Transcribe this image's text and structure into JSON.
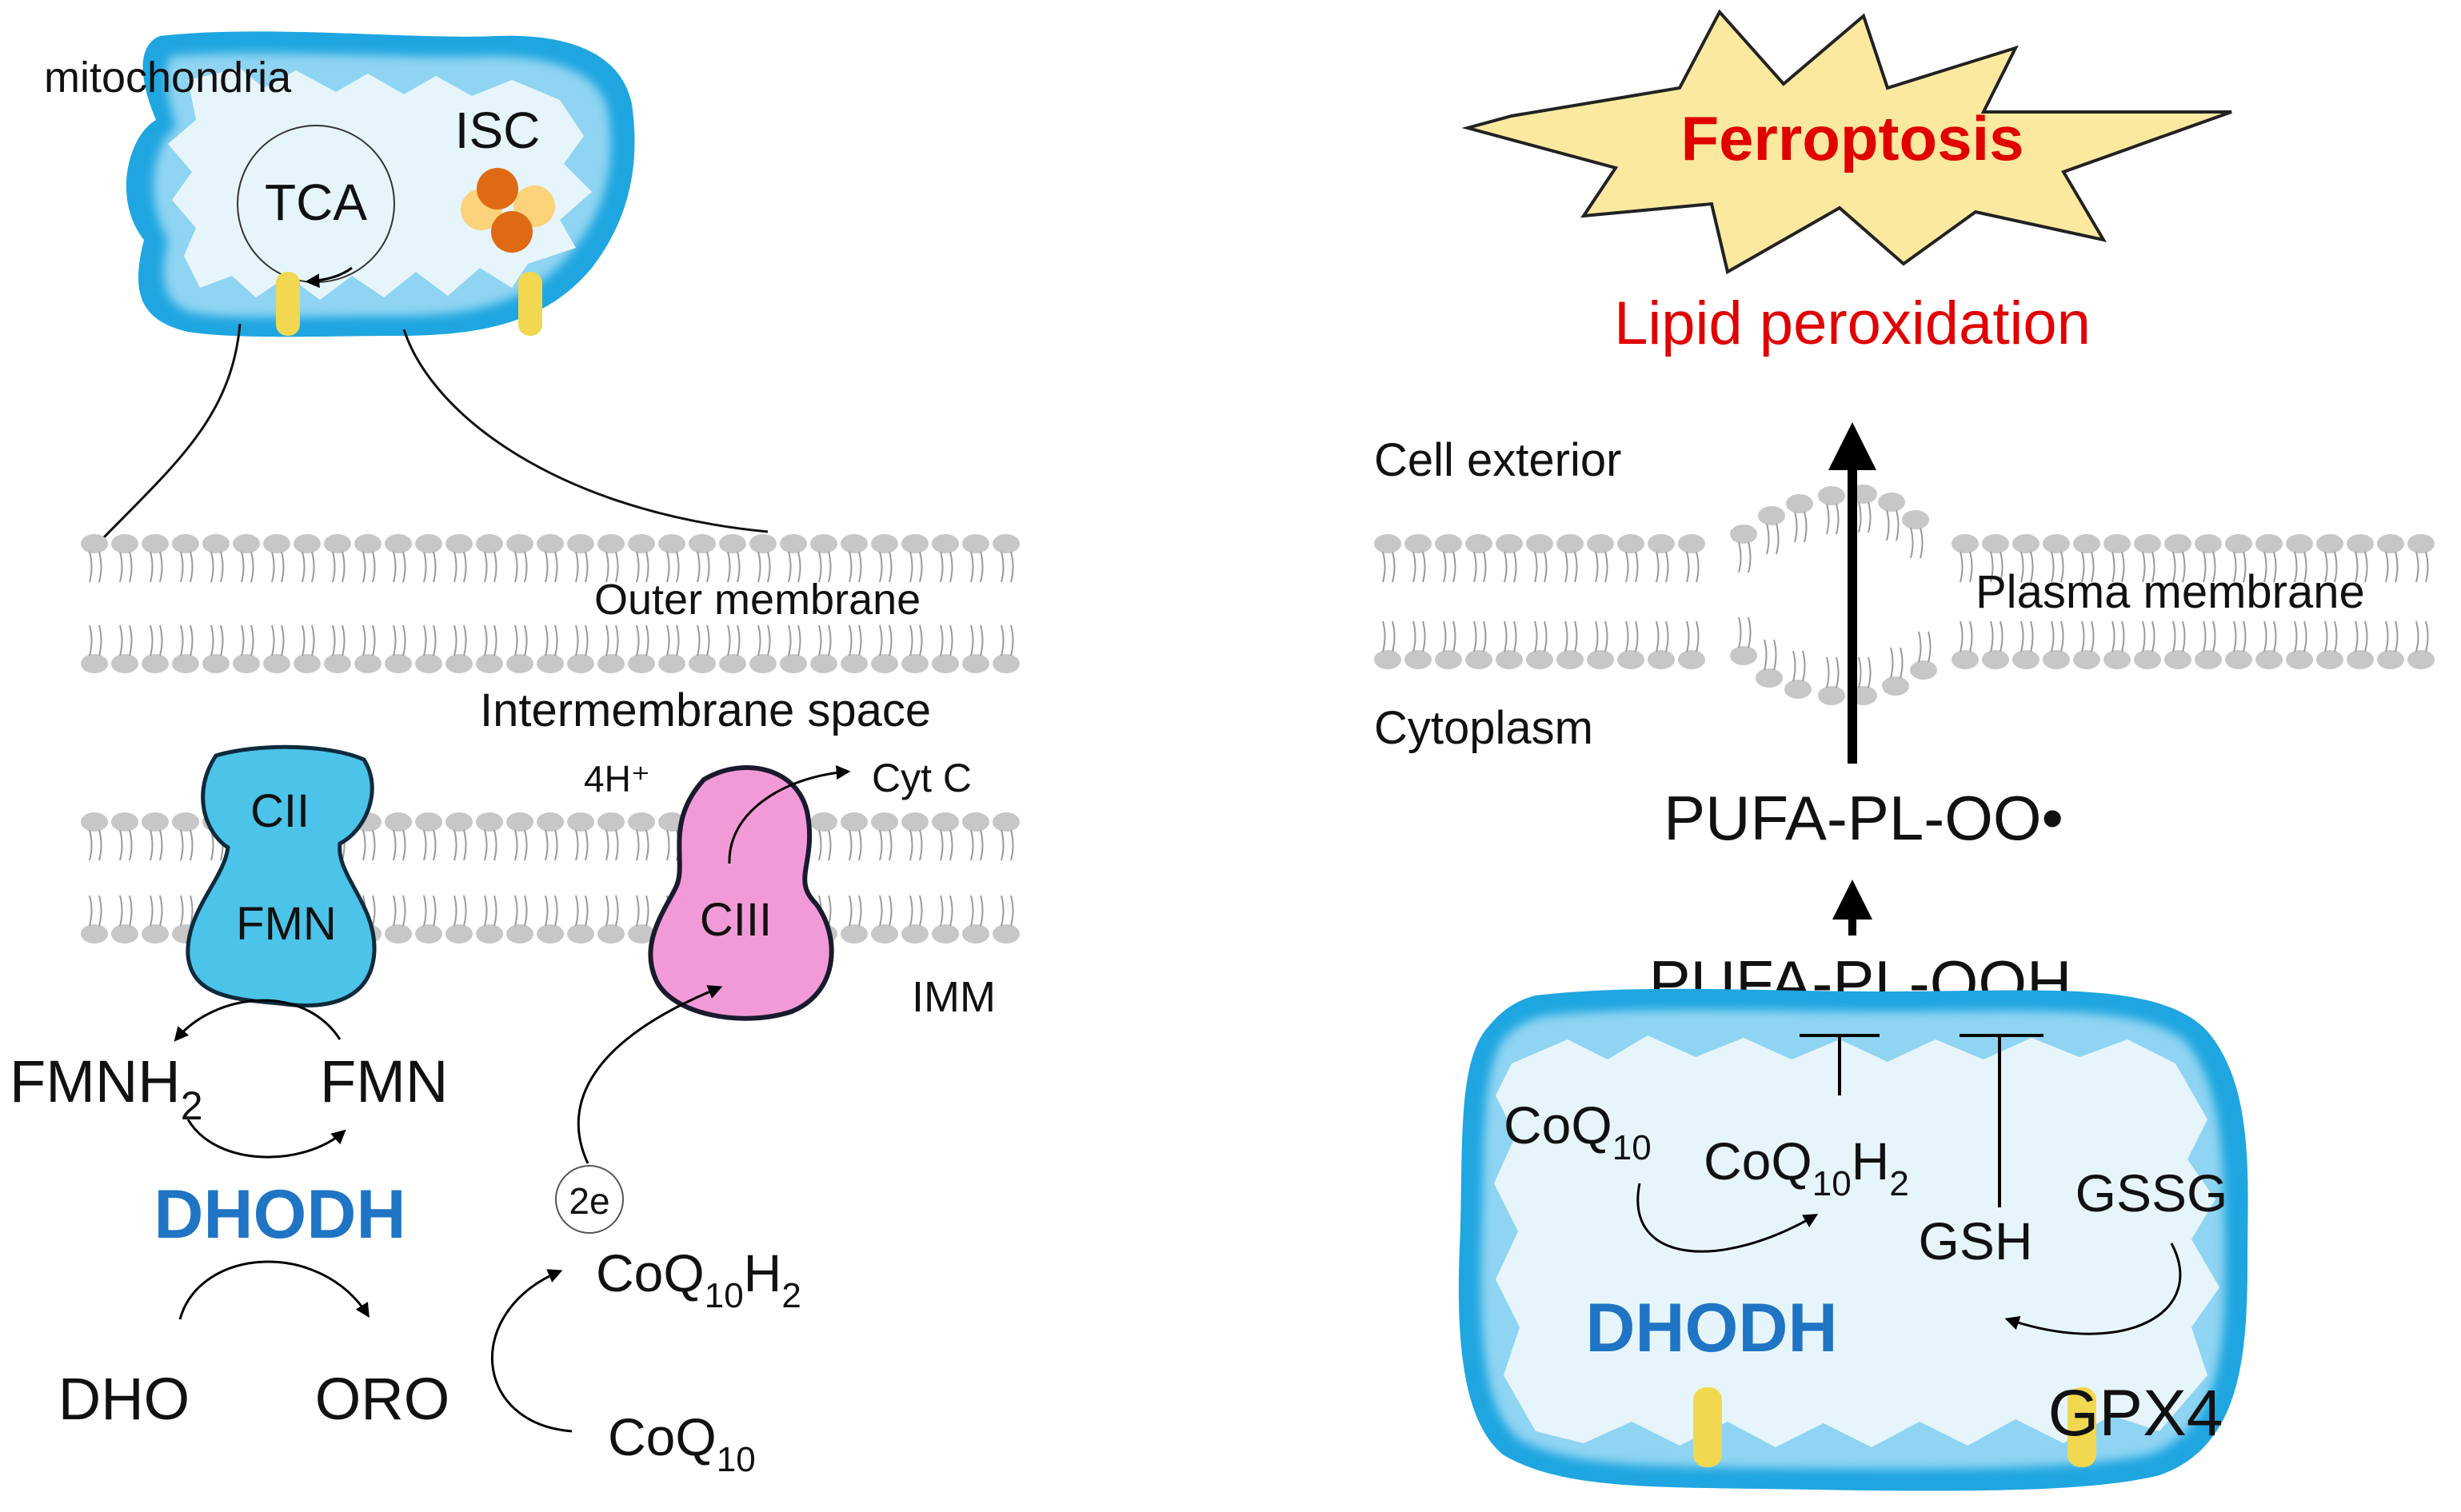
{
  "colors": {
    "membrane_blue": "#1fa6e0",
    "lumen": "#e6f5fb",
    "matrix_light": "#b7e4f7",
    "complex_ii": "#4cc3e8",
    "complex_iii": "#f29ad8",
    "isc_dark": "#e06a14",
    "isc_light": "#fcd27a",
    "channel_yellow": "#f1d850",
    "lipid_head": "#c7c7c7",
    "dhodh_blue": "#1f74c4",
    "ferroptosis_red": "#e00000",
    "burst_fill": "#fbe9a0"
  },
  "left": {
    "mitochondria_label": "mitochondria",
    "tca": "TCA",
    "isc": "ISC",
    "outer_membrane": "Outer membrane",
    "intermembrane_space": "Intermembrane space",
    "proton": "4H⁺",
    "cyt_c": "Cyt C",
    "cii": "CII",
    "fmn_in_cii": "FMN",
    "ciii": "CIII",
    "imm": "IMM",
    "fmnh2": {
      "base": "FMNH",
      "sub": "2"
    },
    "fmn": "FMN",
    "dhodh": "DHODH",
    "two_e": "2e",
    "coq10h2": {
      "base": "CoQ",
      "sub": "10",
      "mid": "H",
      "sub2": "2"
    },
    "dho": "DHO",
    "oro": "ORO",
    "coq10": {
      "base": "CoQ",
      "sub": "10"
    }
  },
  "right": {
    "ferroptosis": "Ferroptosis",
    "lipid_peroxidation": "Lipid peroxidation",
    "cell_exterior": "Cell exterior",
    "plasma_membrane": "Plasma membrane",
    "cytoplasm": "Cytoplasm",
    "pufa_pl_oo": "PUFA-PL-OO•",
    "pufa_pl_ooh": "PUFA-PL-OOH",
    "coq10": {
      "base": "CoQ",
      "sub": "10"
    },
    "coq10h2": {
      "base": "CoQ",
      "sub": "10",
      "mid": "H",
      "sub2": "2"
    },
    "gsh": "GSH",
    "gssg": "GSSG",
    "dhodh": "DHODH",
    "gpx4": "GPX4"
  }
}
